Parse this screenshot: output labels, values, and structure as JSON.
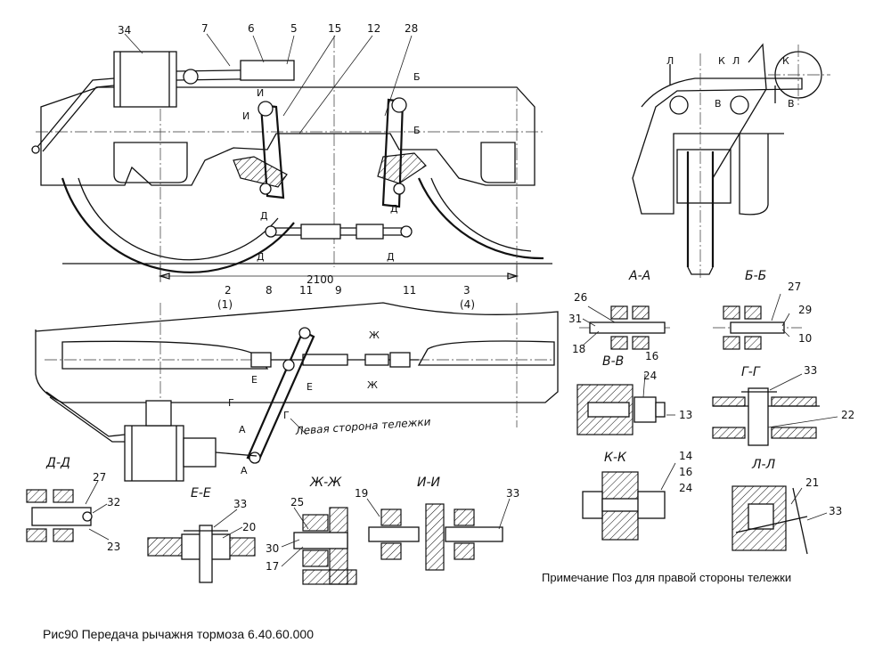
{
  "caption": "Рис90 Передача рычажня тормоза 6.40.60.000",
  "note": "Примечание Поз для правой стороны тележки",
  "dimension": "2100",
  "side_label": "Левая сторона тележки",
  "part_numbers": [
    "34",
    "7",
    "6",
    "5",
    "15",
    "12",
    "28",
    "2",
    "(1)",
    "8",
    "11",
    "9",
    "11",
    "3",
    "(4)",
    "26",
    "31",
    "18",
    "27",
    "29",
    "10",
    "16",
    "24",
    "13",
    "33",
    "22",
    "14",
    "16",
    "24",
    "27",
    "32",
    "23",
    "33",
    "20",
    "25",
    "30",
    "17",
    "19",
    "33",
    "21",
    "33"
  ],
  "section_titles": [
    "А-А",
    "Б-Б",
    "В-В",
    "Г-Г",
    "Д-Д",
    "Е-Е",
    "Ж-Ж",
    "И-И",
    "К-К",
    "Л-Л"
  ],
  "cut_letters": [
    "И",
    "И",
    "Б",
    "Б",
    "Д",
    "Д",
    "Д",
    "Д",
    "Е",
    "Е",
    "Г",
    "Г",
    "А",
    "А",
    "Ж",
    "Ж",
    "Л",
    "К",
    "К",
    "В",
    "В",
    "Л"
  ]
}
